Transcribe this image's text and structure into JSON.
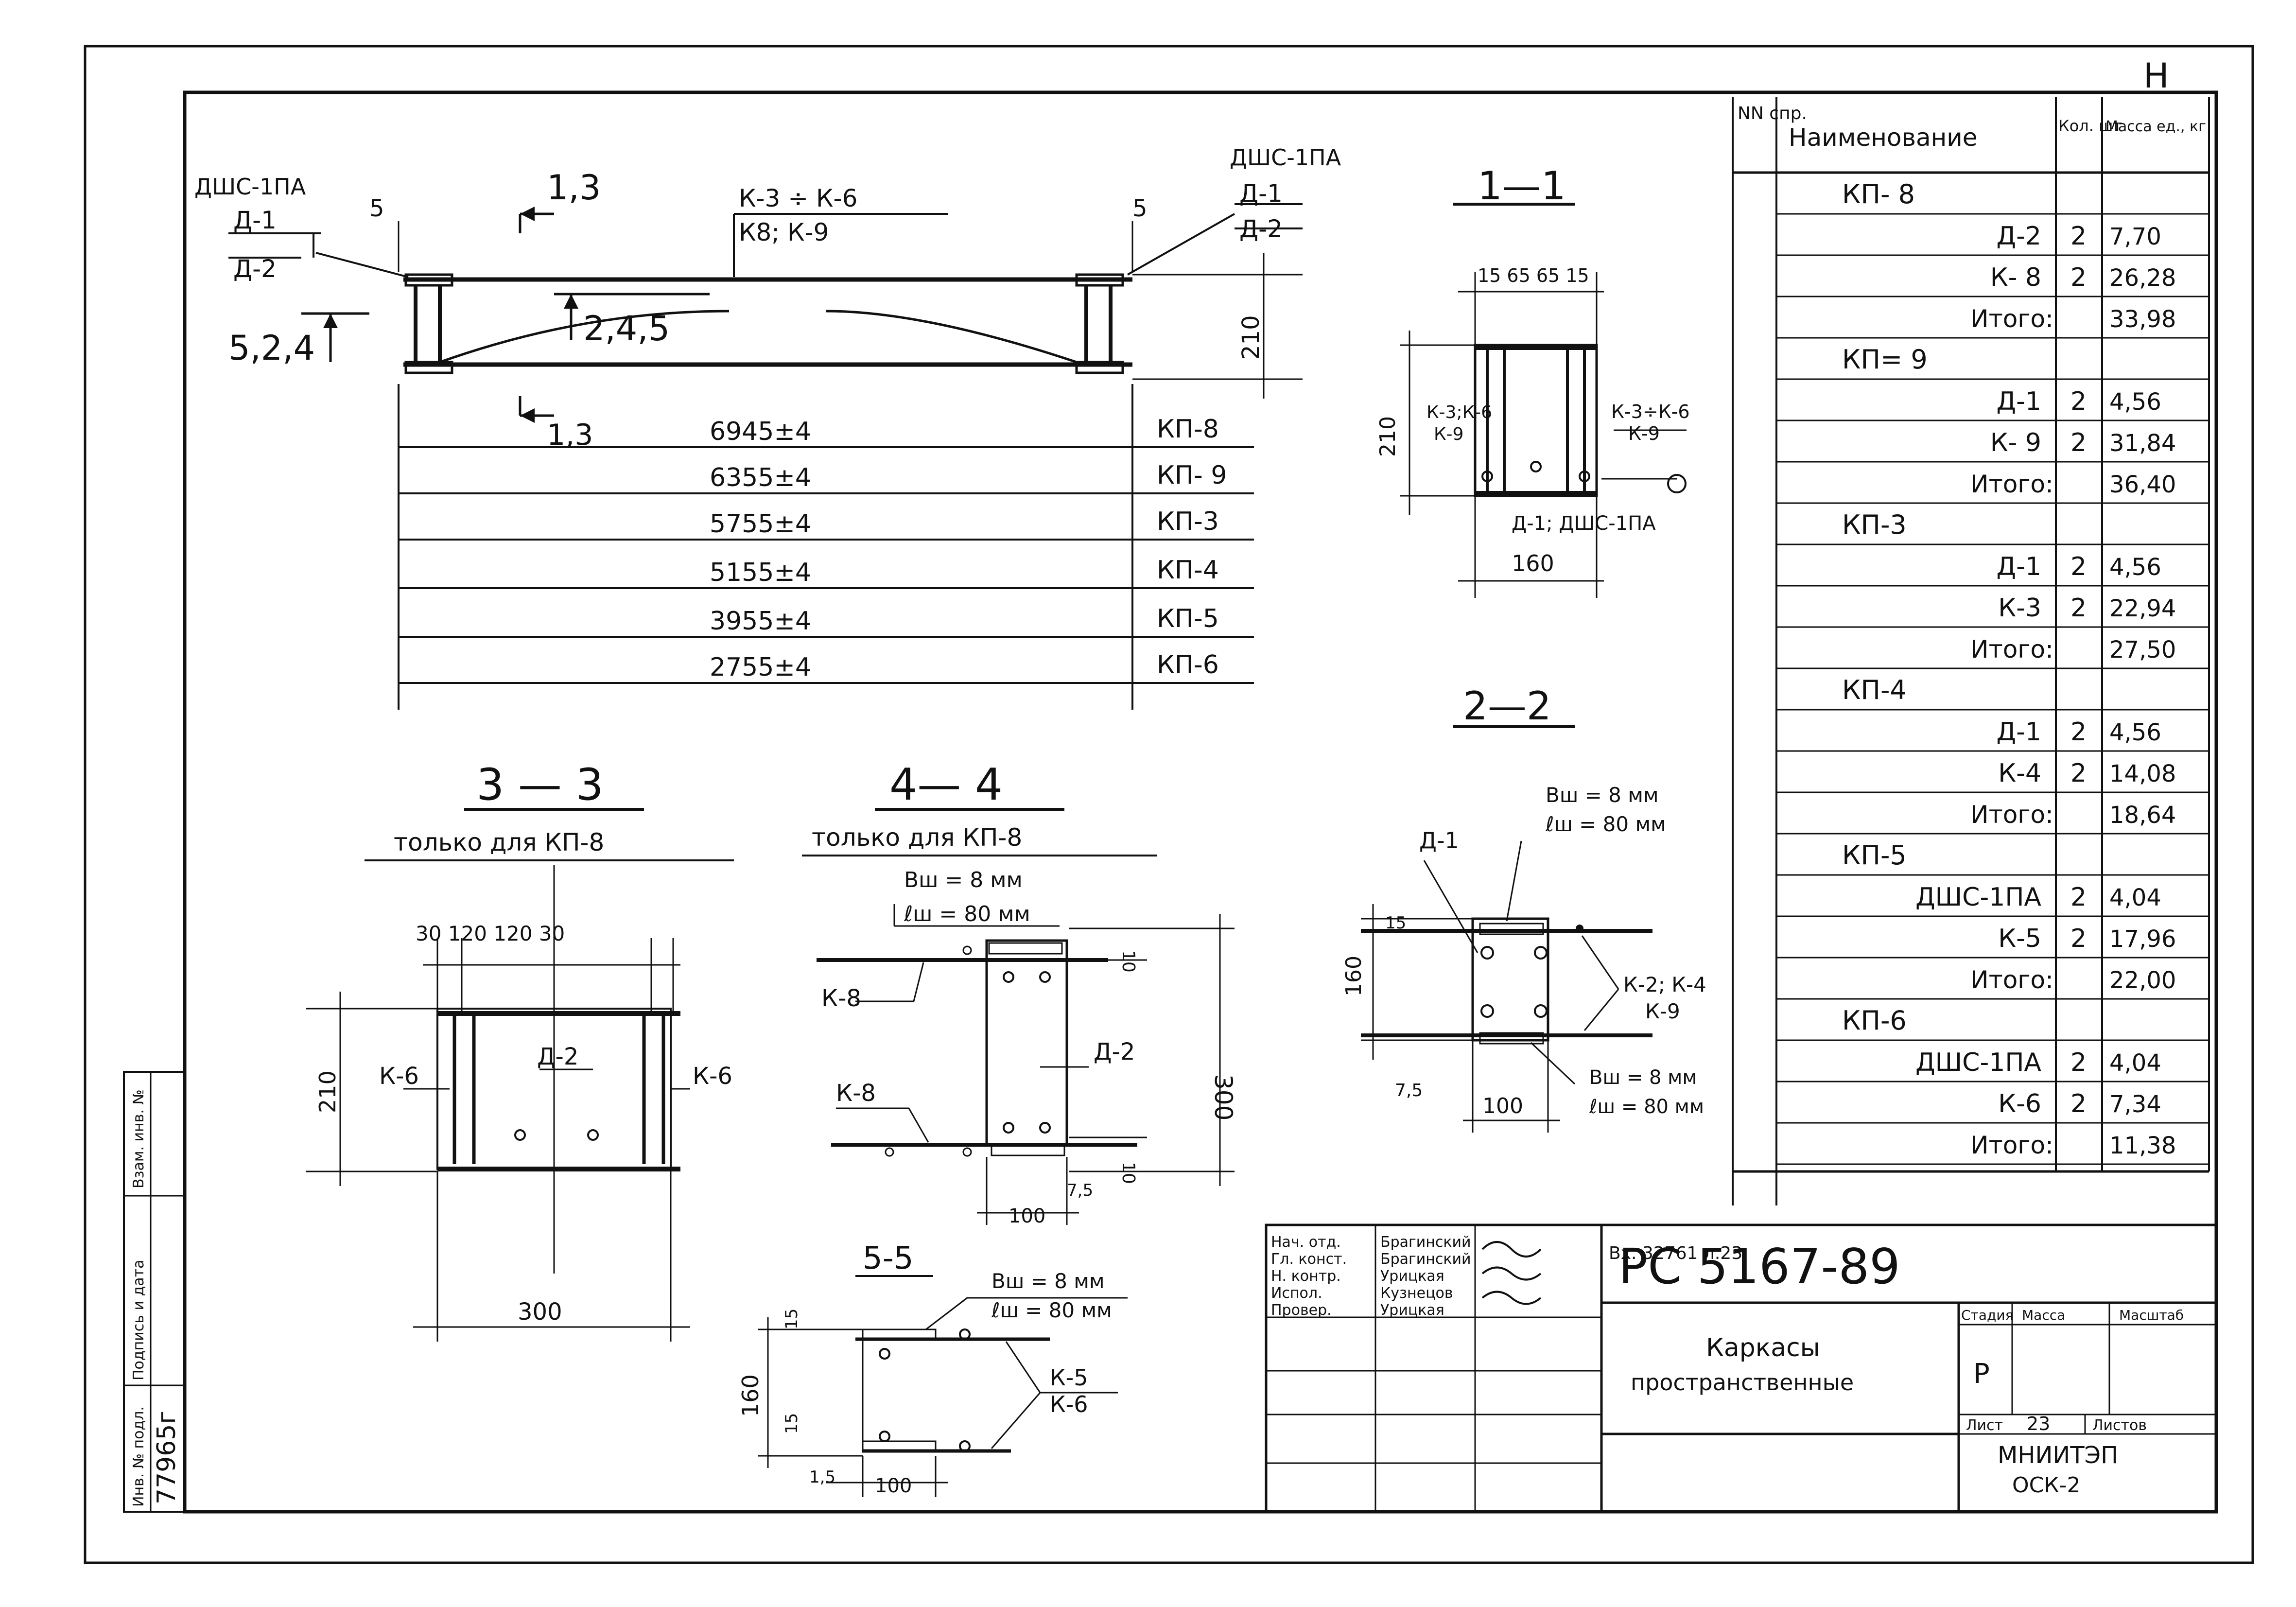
{
  "corner_mark": "Н",
  "elevation": {
    "left_top": "ДШС-1ПА",
    "left_mid": "Д-1",
    "left_bot": "Д-2",
    "right_top": "ДШС-1ПА",
    "right_mid": "Д-1",
    "right_bot": "Д-2",
    "dim_5_left": "5",
    "dim_5_right": "5",
    "section_top": "1,3",
    "section_bot": "1,3",
    "section_mid": "2,4,5",
    "section_left": "5,2,4",
    "center_label_1": "К-3 ÷ К-6",
    "center_label_2": "К8; К-9",
    "height_dim": "210",
    "lengths": [
      {
        "value": "6945±4",
        "mark": "КП-8"
      },
      {
        "value": "6355±4",
        "mark": "КП- 9"
      },
      {
        "value": "5755±4",
        "mark": "КП-3"
      },
      {
        "value": "5155±4",
        "mark": "КП-4"
      },
      {
        "value": "3955±4",
        "mark": "КП-5"
      },
      {
        "value": "2755±4",
        "mark": "КП-6"
      }
    ]
  },
  "s11": {
    "title": "1—1",
    "dims_top": "15 65 65 15",
    "dim_h": "210",
    "dim_w": "160",
    "lbl_left_1": "К-3;К-6",
    "lbl_left_2": "К-9",
    "lbl_right_1": "К-3÷К-6",
    "lbl_right_2": "К-9",
    "lbl_bottom": "Д-1; ДШС-1ПА"
  },
  "s22": {
    "title": "2—2",
    "weld_top_1": "Вш = 8 мм",
    "weld_top_2": "ℓш = 80 мм",
    "lbl_d1": "Д-1",
    "dim_h": "160",
    "dim_15": "15",
    "lbl_right_1": "К-2; К-4",
    "lbl_right_2": "К-9",
    "dim_75": "7,5",
    "dim_w": "100",
    "weld_bot_1": "Вш = 8 мм",
    "weld_bot_2": "ℓш = 80 мм"
  },
  "s33": {
    "title": "3 — 3",
    "subtitle": "только для КП-8",
    "dims_top": "30 120 120 30",
    "dim_h": "210",
    "lbl_left": "К-6",
    "lbl_right": "К-6",
    "lbl_center": "Д-2",
    "dim_w": "300"
  },
  "s44": {
    "title": "4— 4",
    "subtitle": "только для КП-8",
    "weld_1": "Вш = 8 мм",
    "weld_2": "ℓш = 80 мм",
    "lbl_k8_top": "К-8",
    "lbl_k8_bot": "К-8",
    "lbl_d2": "Д-2",
    "dim_h": "300",
    "dim_top_small": "10",
    "dim_bot_small": "10",
    "dim_w": "100",
    "dim_75": "7,5"
  },
  "s55": {
    "title": "5-5",
    "weld_1": "Вш = 8 мм",
    "weld_2": "ℓш = 80 мм",
    "dim_h": "160",
    "dim_15a": "15",
    "dim_15b": "15",
    "lbl_k5": "К-5",
    "lbl_k6": "К-6",
    "dim_15c": "1,5",
    "dim_w": "100"
  },
  "stamp_note": "Вх. 32761 л.23",
  "spec": {
    "headers": [
      "NN спр.",
      "Наименование",
      "Кол. шт",
      "Масса ед., кг"
    ],
    "rows": [
      {
        "kind": "group",
        "name": "КП- 8"
      },
      {
        "kind": "item",
        "name": "Д-2",
        "qty": "2",
        "mass": "7,70"
      },
      {
        "kind": "item",
        "name": "К- 8",
        "qty": "2",
        "mass": "26,28"
      },
      {
        "kind": "total",
        "name": "Итого:",
        "mass": "33,98"
      },
      {
        "kind": "group",
        "name": "КП= 9"
      },
      {
        "kind": "item",
        "name": "Д-1",
        "qty": "2",
        "mass": "4,56"
      },
      {
        "kind": "item",
        "name": "К- 9",
        "qty": "2",
        "mass": "31,84"
      },
      {
        "kind": "total",
        "name": "Итого:",
        "mass": "36,40"
      },
      {
        "kind": "group",
        "name": "КП-3"
      },
      {
        "kind": "item",
        "name": "Д-1",
        "qty": "2",
        "mass": "4,56"
      },
      {
        "kind": "item",
        "name": "К-3",
        "qty": "2",
        "mass": "22,94"
      },
      {
        "kind": "total",
        "name": "Итого:",
        "mass": "27,50"
      },
      {
        "kind": "group",
        "name": "КП-4"
      },
      {
        "kind": "item",
        "name": "Д-1",
        "qty": "2",
        "mass": "4,56"
      },
      {
        "kind": "item",
        "name": "К-4",
        "qty": "2",
        "mass": "14,08"
      },
      {
        "kind": "total",
        "name": "Итого:",
        "mass": "18,64"
      },
      {
        "kind": "group",
        "name": "КП-5"
      },
      {
        "kind": "item",
        "name": "ДШС-1ПА",
        "qty": "2",
        "mass": "4,04"
      },
      {
        "kind": "item",
        "name": "К-5",
        "qty": "2",
        "mass": "17,96"
      },
      {
        "kind": "total",
        "name": "Итого:",
        "mass": "22,00"
      },
      {
        "kind": "group",
        "name": "КП-6"
      },
      {
        "kind": "item",
        "name": "ДШС-1ПА",
        "qty": "2",
        "mass": "4,04"
      },
      {
        "kind": "item",
        "name": "К-6",
        "qty": "2",
        "mass": "7,34"
      },
      {
        "kind": "total",
        "name": "Итого:",
        "mass": "11,38"
      }
    ]
  },
  "left_strip": {
    "inv_label": "Инв. № подл.",
    "sign_label": "Подпись и дата",
    "swap_label": "Взам. инв. №",
    "inv_value": "77965г"
  },
  "title_block": {
    "roles": [
      "Нач. отд.",
      "Гл. конст.",
      "Н. контр.",
      "Испол.",
      "Провер."
    ],
    "names": [
      "Брагинский",
      "Брагинский",
      "Урицкая",
      "Кузнецов",
      "Урицкая"
    ],
    "code": "РС 5167-89",
    "title_1": "Каркасы",
    "title_2": "пространственные",
    "stage_h": "Стадия",
    "mass_h": "Масса",
    "scale_h": "Масштаб",
    "stage": "Р",
    "sheet_h": "Лист",
    "sheet": "23",
    "sheets_h": "Листов",
    "org_1": "МНИИТЭП",
    "org_2": "ОСК-2"
  }
}
